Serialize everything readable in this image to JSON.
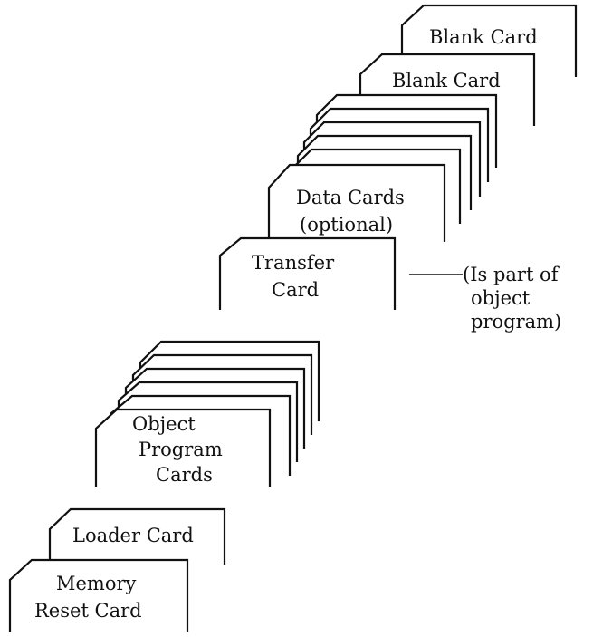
{
  "deck": {
    "blank_card_top": "Blank Card",
    "blank_card_second": "Blank Card",
    "data_cards": {
      "line1": "Data Cards",
      "line2": "(optional)"
    },
    "transfer_card": {
      "line1": "Transfer",
      "line2": "Card"
    },
    "transfer_note": {
      "line1": "(Is part of",
      "line2": "object",
      "line3": "program)"
    },
    "object_program_cards": {
      "line1": "Object",
      "line2": "Program",
      "line3": "Cards"
    },
    "loader_card": "Loader Card",
    "memory_reset_card": {
      "line1": "Memory",
      "line2": "Reset Card"
    }
  }
}
